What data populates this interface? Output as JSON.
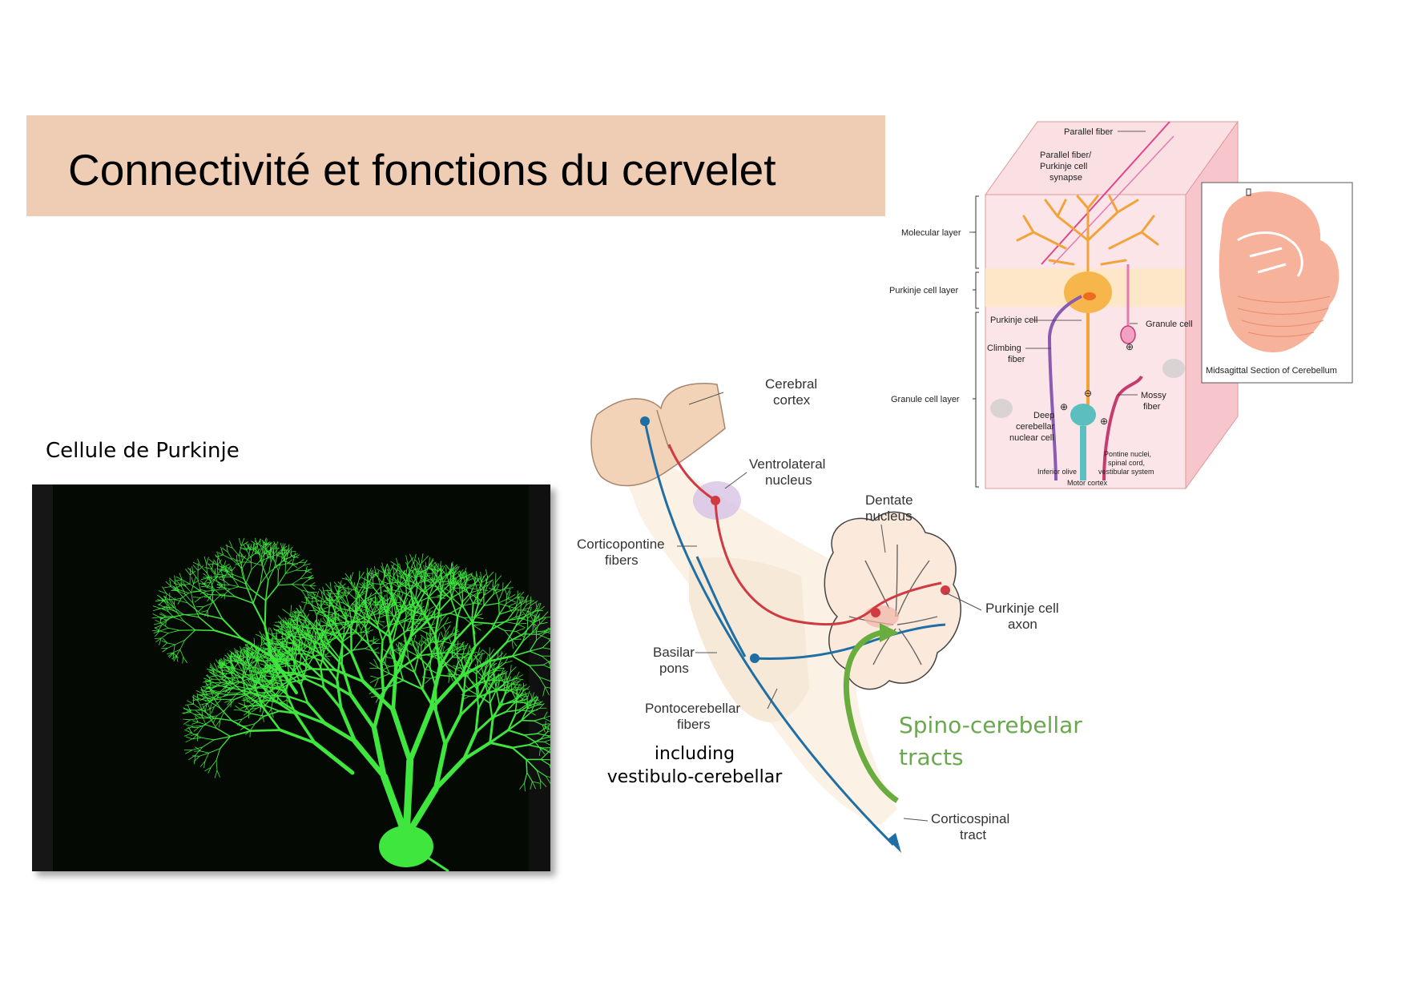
{
  "title": "Connectivité et fonctions du cervelet",
  "purkinje_caption": "Cellule de Purkinje",
  "pathway": {
    "cerebral_cortex": [
      "Cerebral",
      "cortex"
    ],
    "ventrolateral_nucleus": [
      "Ventrolateral",
      "nucleus"
    ],
    "dentate_nucleus": [
      "Dentate",
      "nucleus"
    ],
    "corticopontine_fibers": [
      "Corticopontine",
      "fibers"
    ],
    "purkinje_axon": [
      "Purkinje cell",
      "axon"
    ],
    "basilar_pons": [
      "Basilar",
      "pons"
    ],
    "pontocerebellar_fibers": [
      "Pontocerebellar",
      "fibers"
    ],
    "corticospinal_tract": [
      "Corticospinal",
      "tract"
    ],
    "including": [
      "including",
      "vestibulo-cerebellar"
    ],
    "spino_cerebellar": [
      "Spino-cerebellar",
      "tracts"
    ]
  },
  "circuit": {
    "parallel_fiber": "Parallel fiber",
    "pf_synapse": [
      "Parallel fiber/",
      "Purkinje cell",
      "synapse"
    ],
    "molecular_layer": "Molecular layer",
    "purkinje_layer": "Purkinje cell layer",
    "granule_layer": "Granule cell layer",
    "purkinje_cell": "Purkinje cell",
    "granule_cell": "Granule cell",
    "climbing_fiber": [
      "Climbing",
      "fiber"
    ],
    "mossy_fiber": [
      "Mossy",
      "fiber"
    ],
    "deep_nuclear": [
      "Deep",
      "cerebellar",
      "nuclear cell"
    ],
    "inferior_olive": "Inferior olive",
    "pontine_nuclei": [
      "Pontine nuclei,",
      "spinal cord,",
      "vestibular system"
    ],
    "motor_cortex": "Motor cortex",
    "midsagittal": "Midsagittal Section of Cerebellum",
    "plus": "⊕",
    "minus": "⊖"
  },
  "colors": {
    "title_band": "#efcdb5",
    "blue_path": "#1f6fa5",
    "red_path": "#d03a43",
    "green_path": "#6aad3f",
    "spino_text": "#6aa84f",
    "purkinje_green": "#39e639"
  }
}
